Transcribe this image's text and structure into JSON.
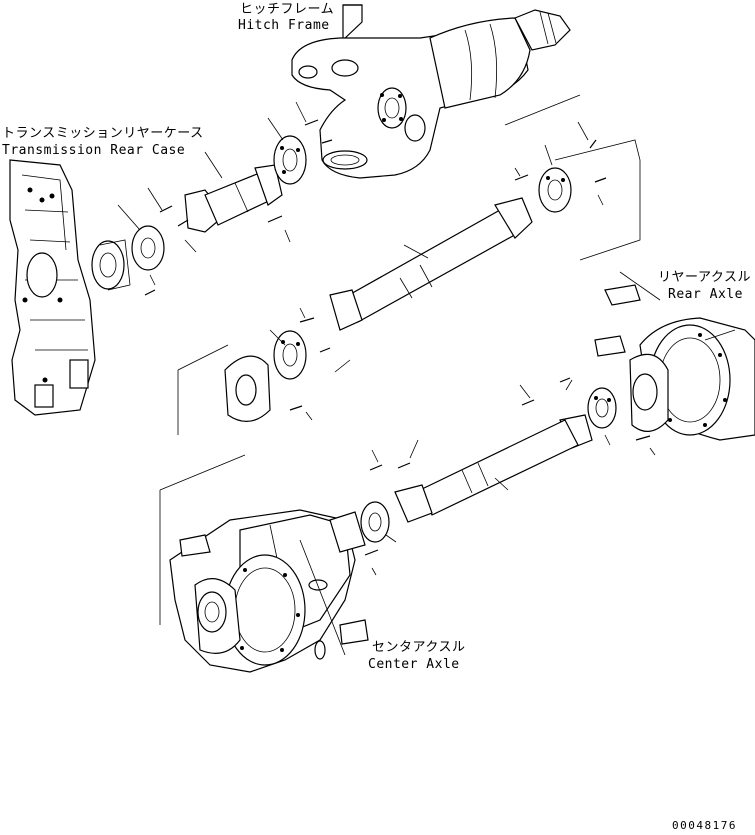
{
  "labels": {
    "hitch_frame_jp": "ヒッチフレーム",
    "hitch_frame_en": "Hitch Frame",
    "transmission_jp": "トランスミッションリヤーケース",
    "transmission_en": "Transmission Rear Case",
    "rear_axle_jp": "リヤーアクスル",
    "rear_axle_en": "Rear Axle",
    "center_axle_jp": "センタアクスル",
    "center_axle_en": "Center Axle"
  },
  "drawing_number": "00048176"
}
